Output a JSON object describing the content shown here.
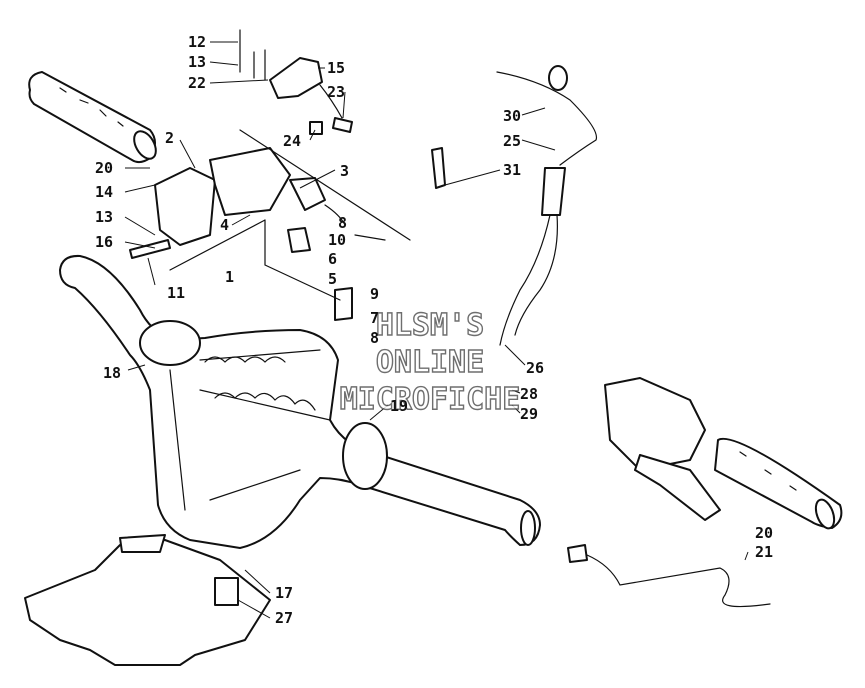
{
  "callouts": {
    "n12": "12",
    "n13a": "13",
    "n22": "22",
    "n15": "15",
    "n23": "23",
    "n24": "24",
    "n2": "2",
    "n20a": "20",
    "n14": "14",
    "n13b": "13",
    "n16": "16",
    "n11": "11",
    "n1": "1",
    "n4": "4",
    "n3": "3",
    "n8a": "8",
    "n10": "10",
    "n6": "6",
    "n5": "5",
    "n9": "9",
    "n7": "7",
    "n8b": "8",
    "n18": "18",
    "n19": "19",
    "n30": "30",
    "n25": "25",
    "n31": "31",
    "n26": "26",
    "n28": "28",
    "n29": "29",
    "n20b": "20",
    "n21": "21",
    "n17": "17",
    "n27": "27"
  },
  "watermark": {
    "line1": "HLSM'S",
    "line2": "ONLINE",
    "line3": "MICROFICHE"
  }
}
